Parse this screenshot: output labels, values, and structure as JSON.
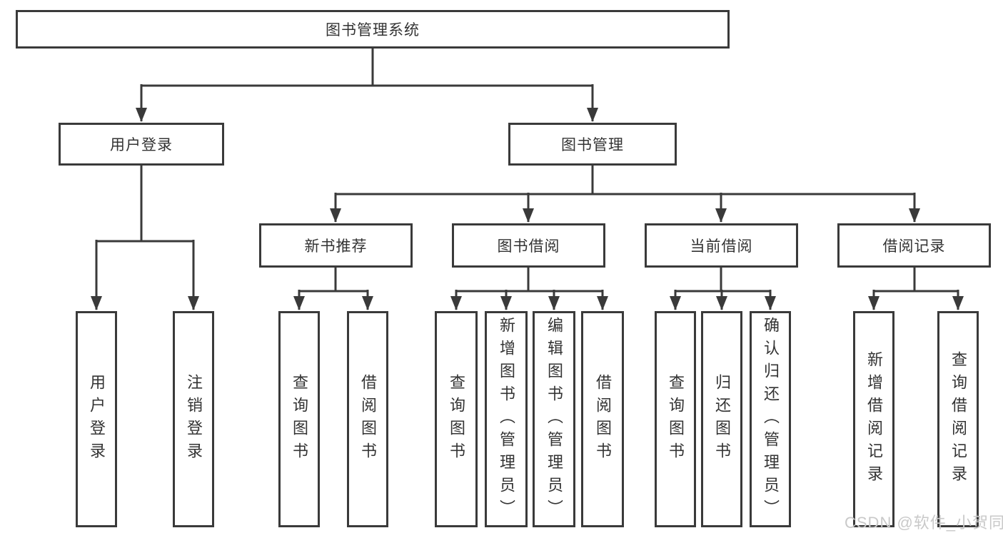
{
  "nodes": {
    "root": "图书管理系统",
    "level2": [
      "用户登录",
      "图书管理"
    ],
    "level3": [
      "新书推荐",
      "图书借阅",
      "当前借阅",
      "借阅记录"
    ],
    "leaves": [
      "用户登录",
      "注销登录",
      "查询图书",
      "借阅图书",
      "查询图书",
      "新增图书（管理员）",
      "编辑图书（管理员）",
      "借阅图书",
      "查询图书",
      "归还图书",
      "确认归还（管理员）",
      "新增借阅记录",
      "查询借阅记录"
    ]
  },
  "hierarchy": {
    "图书管理系统": [
      "用户登录",
      "图书管理"
    ],
    "用户登录": [
      "用户登录",
      "注销登录"
    ],
    "图书管理": [
      "新书推荐",
      "图书借阅",
      "当前借阅",
      "借阅记录"
    ],
    "新书推荐": [
      "查询图书",
      "借阅图书"
    ],
    "图书借阅": [
      "查询图书",
      "新增图书（管理员）",
      "编辑图书（管理员）",
      "借阅图书"
    ],
    "当前借阅": [
      "查询图书",
      "归还图书",
      "确认归还（管理员）"
    ],
    "借阅记录": [
      "新增借阅记录",
      "查询借阅记录"
    ]
  },
  "watermark": "CSDN @软件_小贺同学",
  "colors": {
    "line": "#3a3a3a",
    "text": "#333333",
    "box_background": "#ffffff",
    "page_background": "#ffffff",
    "watermark": "#c9c9c9"
  }
}
